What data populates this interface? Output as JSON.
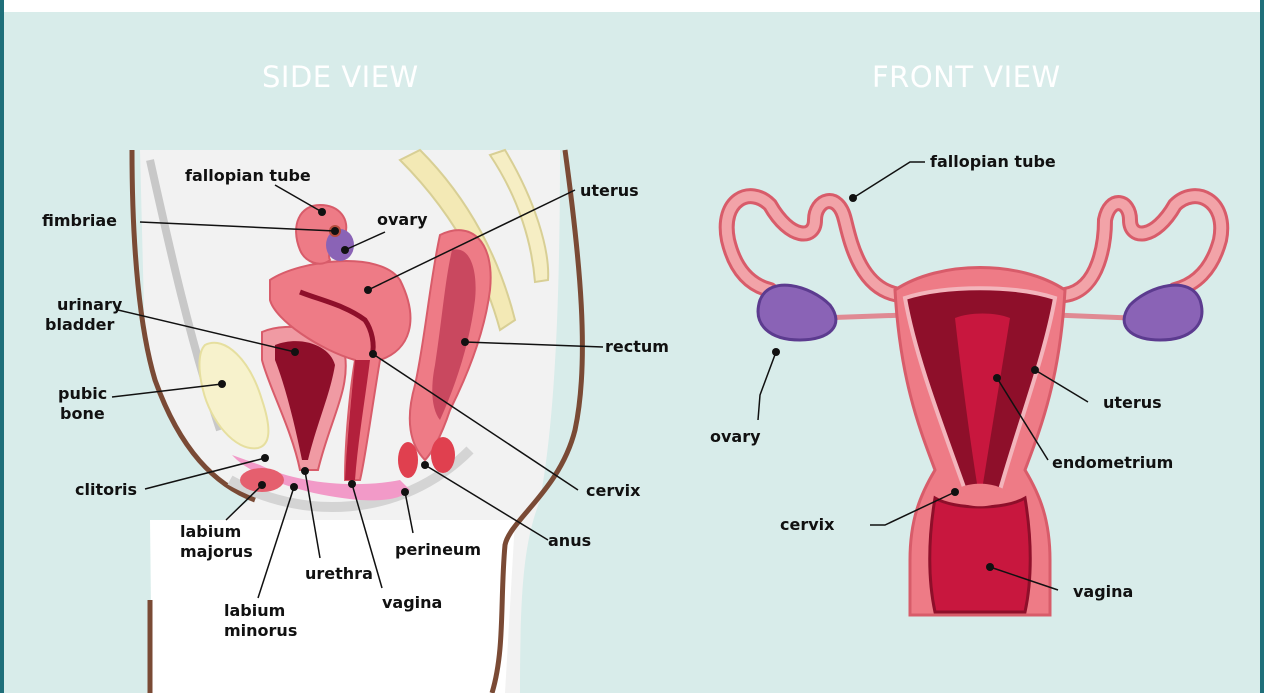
{
  "titles": {
    "side": "SIDE VIEW",
    "front": "FRONT VIEW"
  },
  "side_labels": {
    "fallopian_tube": "fallopian tube",
    "fimbriae": "fimbriae",
    "ovary": "ovary",
    "uterus": "uterus",
    "urinary_bladder_1": "urinary",
    "urinary_bladder_2": "bladder",
    "pubic_bone_1": "pubic",
    "pubic_bone_2": "bone",
    "rectum": "rectum",
    "clitoris": "clitoris",
    "cervix": "cervix",
    "labium_majorus_1": "labium",
    "labium_majorus_2": "majorus",
    "perineum": "perineum",
    "anus": "anus",
    "urethra": "urethra",
    "vagina": "vagina",
    "labium_minorus_1": "labium",
    "labium_minorus_2": "minorus"
  },
  "front_labels": {
    "fallopian_tube": "fallopian tube",
    "ovary": "ovary",
    "uterus": "uterus",
    "endometrium": "endometrium",
    "cervix": "cervix",
    "vagina": "vagina"
  },
  "colors": {
    "background": "#d8ecea",
    "frame": "#1f6f7a",
    "skin_outline": "#7a4a35",
    "uterus_pink": "#ee7b86",
    "endometrium": "#8e0f2a",
    "ovary_purple": "#8a63b6",
    "bone_cream": "#f6f0c8",
    "rectum": "#c9485f"
  }
}
